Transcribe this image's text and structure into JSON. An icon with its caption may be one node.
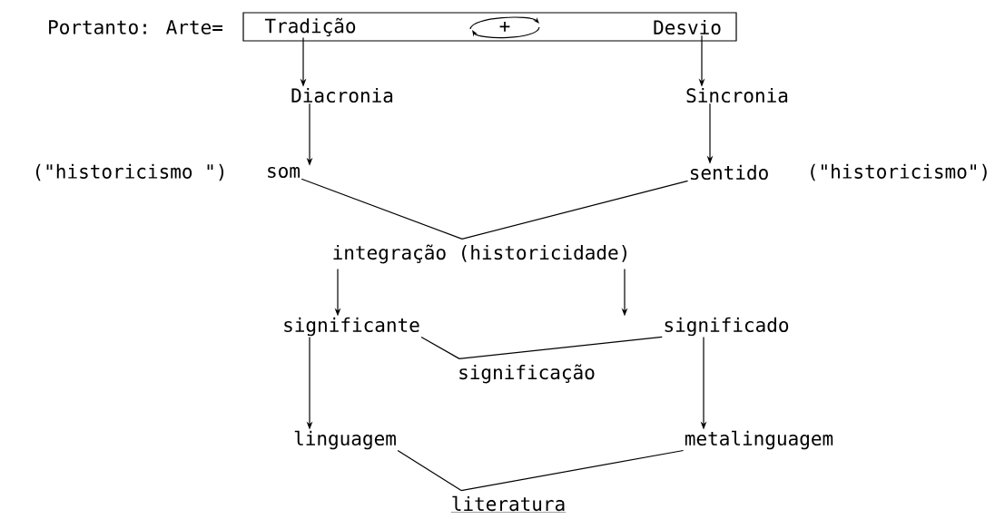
{
  "diagram": {
    "nodes": [
      {
        "text": [],
        "shape": "box"
      },
      {
        "text": [
          "Tradição"
        ],
        "in": 0
      },
      {
        "text": [
          "Desvio"
        ],
        "in": 0
      },
      {
        "text": [
          "Diacronia"
        ]
      },
      {
        "text": [
          "Sincronia"
        ]
      },
      {
        "text": [
          "som"
        ],
        "beside": [
          "(\"historicismo \")"
        ]
      },
      {
        "text": [
          "sentido"
        ],
        "beside": [
          "(\"historicismo\")"
        ]
      },
      {
        "text": [
          "integração (historicidade)"
        ]
      },
      {
        "text": [
          "significante"
        ]
      },
      {
        "text": [
          "significado"
        ]
      },
      {
        "text": [
          "significação"
        ]
      },
      {
        "text": [
          "linguagem"
        ]
      },
      {
        "text": [
          "metalinguagem"
        ]
      },
      {
        "text": [
          "literatura"
        ]
      }
    ],
    "edges": [
      {
        "from": 1,
        "to": 3,
        "arrow": "to"
      },
      {
        "from": 2,
        "to": 4,
        "arrow": "to"
      },
      {
        "from": 3,
        "to": 5,
        "arrow": "to"
      },
      {
        "from": 4,
        "to": 6,
        "arrow": "to"
      },
      {
        "from": 5,
        "to": 7,
        "arrow": "none"
      },
      {
        "from": 6,
        "to": 7,
        "arrow": "none"
      },
      {
        "from": 7,
        "to": 8,
        "arrow": "to"
      },
      {
        "from": 7,
        "to": 9,
        "arrow": "to"
      },
      {
        "from": 8,
        "to": 10,
        "arrow": "none"
      },
      {
        "from": 9,
        "to": 10,
        "arrow": "none"
      },
      {
        "from": 8,
        "to": 11,
        "arrow": "to"
      },
      {
        "from": 9,
        "to": 12,
        "arrow": "to"
      },
      {
        "from": 11,
        "to": 13,
        "arrow": "none"
      },
      {
        "from": 12,
        "to": 13,
        "arrow": "none"
      }
    ],
    "labels": [
      "Portanto: Arte=",
      "+"
    ]
  }
}
